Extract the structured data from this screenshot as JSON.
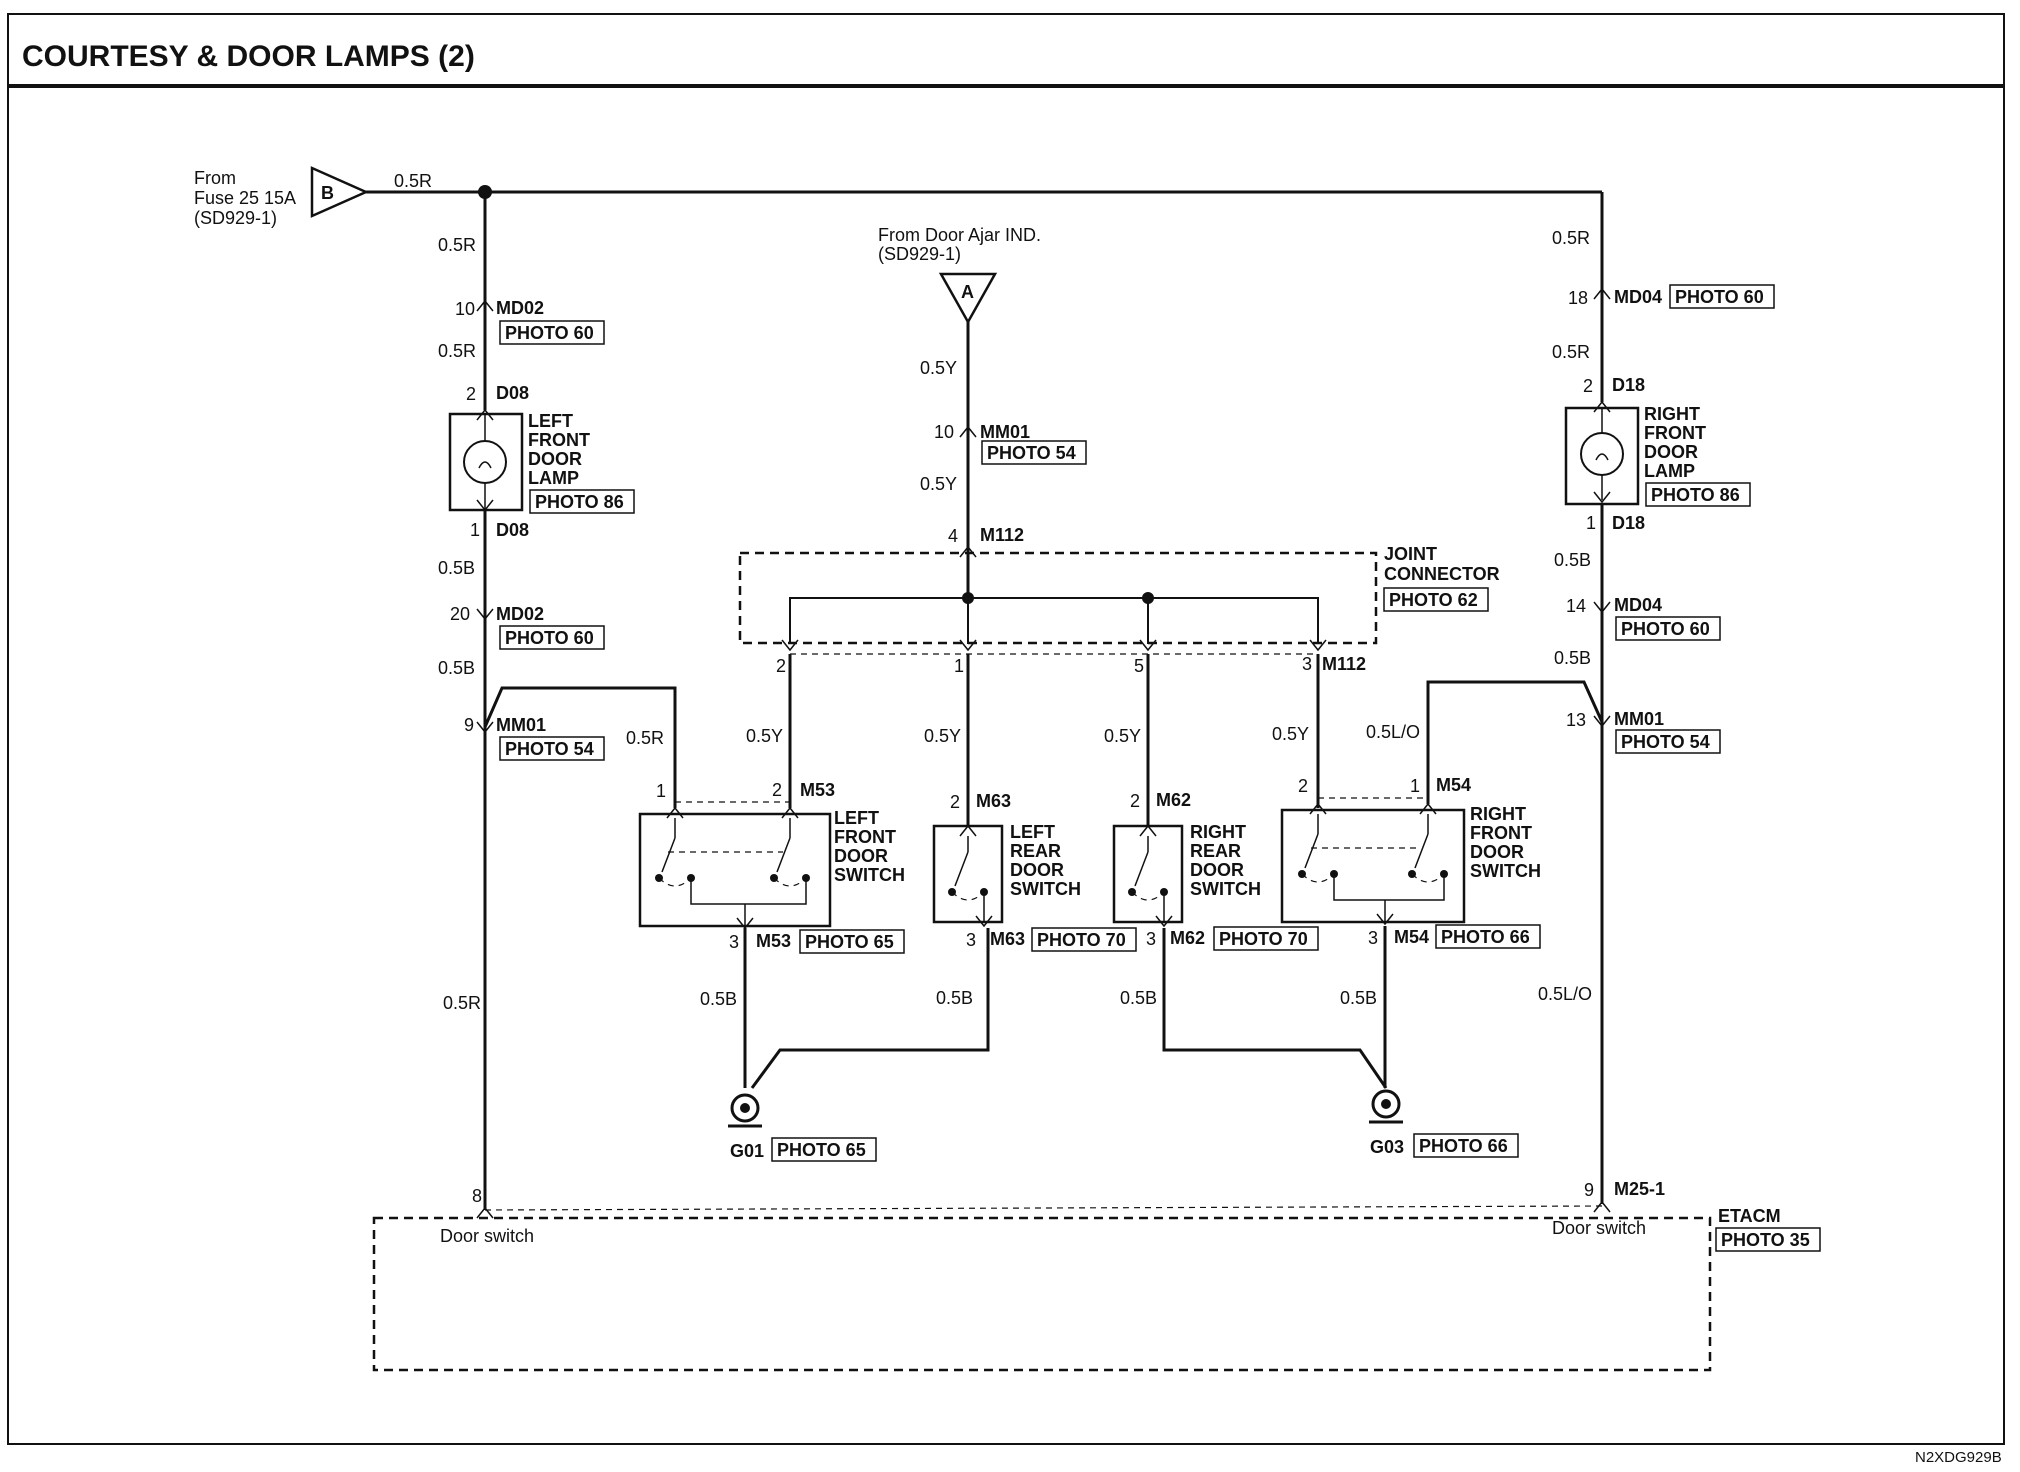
{
  "title": "COURTESY & DOOR LAMPS (2)",
  "doc_code": "N2XDG929B",
  "sources": {
    "fuse": {
      "line1": "From",
      "line2": "Fuse 25 15A",
      "line3": "(SD929-1)",
      "mark": "B"
    },
    "door_ajar": {
      "line1": "From Door Ajar IND.",
      "line2": "(SD929-1)",
      "mark": "A"
    }
  },
  "wires": {
    "r": "0.5R",
    "b": "0.5B",
    "y": "0.5Y",
    "lo": "0.5L/O"
  },
  "connectors": {
    "md02": "MD02",
    "md04": "MD04",
    "d08": "D08",
    "d18": "D18",
    "mm01": "MM01",
    "m112": "M112",
    "m53": "M53",
    "m63": "M63",
    "m62": "M62",
    "m54": "M54",
    "m25": "M25-1"
  },
  "pins": {
    "p10": "10",
    "p2": "2",
    "p1": "1",
    "p20": "20",
    "p9": "9",
    "p18": "18",
    "p14": "14",
    "p13": "13",
    "p4": "4",
    "p5": "5",
    "p3": "3",
    "p8": "8"
  },
  "photos": {
    "p60": "PHOTO 60",
    "p86": "PHOTO 86",
    "p54": "PHOTO 54",
    "p62": "PHOTO 62",
    "p65": "PHOTO 65",
    "p70": "PHOTO 70",
    "p66": "PHOTO 66",
    "p35": "PHOTO 35"
  },
  "components": {
    "left_lamp": [
      "LEFT",
      "FRONT",
      "DOOR",
      "LAMP"
    ],
    "right_lamp": [
      "RIGHT",
      "FRONT",
      "DOOR",
      "LAMP"
    ],
    "joint": [
      "JOINT",
      "CONNECTOR"
    ],
    "lf_switch": [
      "LEFT",
      "FRONT",
      "DOOR",
      "SWITCH"
    ],
    "lr_switch": [
      "LEFT",
      "REAR",
      "DOOR",
      "SWITCH"
    ],
    "rr_switch": [
      "RIGHT",
      "REAR",
      "DOOR",
      "SWITCH"
    ],
    "rf_switch": [
      "RIGHT",
      "FRONT",
      "DOOR",
      "SWITCH"
    ],
    "etacm": "ETACM",
    "door_switch": "Door switch"
  },
  "grounds": {
    "g01": "G01",
    "g03": "G03"
  }
}
